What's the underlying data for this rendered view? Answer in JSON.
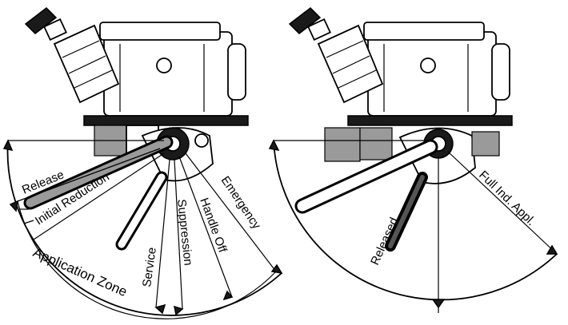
{
  "left_diagram": {
    "labels": {
      "release": "Release",
      "initial_reduction": "Initial Reduction",
      "service": "Service",
      "suppression": "Suppression",
      "handle_off": "Handle Off",
      "emergency": "Emergency",
      "application_zone": "Application Zone"
    }
  },
  "right_diagram": {
    "labels": {
      "released": "Released",
      "full_ind_appl": "Full Ind. Appl."
    }
  },
  "colors": {
    "ink": "#000000",
    "handle_dark": "#1a1a1a",
    "shading": "#9a9a9a",
    "background": "#ffffff"
  }
}
